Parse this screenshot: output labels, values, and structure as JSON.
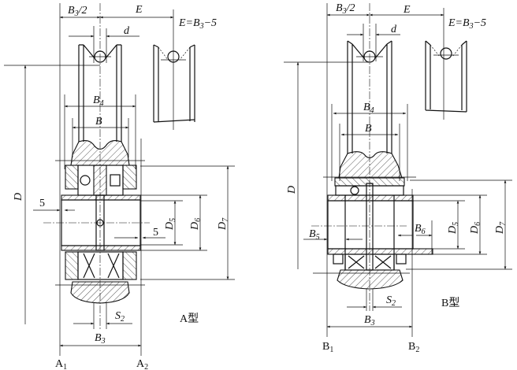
{
  "figure": {
    "type_a": {
      "caption": "A型",
      "labels": {
        "b3_half": {
          "main": "B",
          "sub": "3",
          "rest": "/2"
        },
        "e": "E",
        "formula": {
          "pre": "E=B",
          "sub": "3",
          "post": "−5"
        },
        "d": "d",
        "big_d": "D",
        "b4": {
          "main": "B",
          "sub": "4"
        },
        "b": "B",
        "five_left": "5",
        "five_right": "5",
        "d5": {
          "main": "D",
          "sub": "5"
        },
        "d6": {
          "main": "D",
          "sub": "6"
        },
        "d7": {
          "main": "D",
          "sub": "7"
        },
        "s2": {
          "main": "S",
          "sub": "2"
        },
        "b3": {
          "main": "B",
          "sub": "3"
        },
        "a1": {
          "main": "A",
          "sub": "1"
        },
        "a2": {
          "main": "A",
          "sub": "2"
        }
      }
    },
    "type_b": {
      "caption": "B型",
      "labels": {
        "b3_half": {
          "main": "B",
          "sub": "3",
          "rest": "/2"
        },
        "e": "E",
        "formula": {
          "pre": "E=B",
          "sub": "3",
          "post": "−5"
        },
        "d": "d",
        "big_d": "D",
        "b4": {
          "main": "B",
          "sub": "4"
        },
        "b": "B",
        "b5": {
          "main": "B",
          "sub": "5"
        },
        "b6": {
          "main": "B",
          "sub": "6"
        },
        "d5": {
          "main": "D",
          "sub": "5"
        },
        "d6": {
          "main": "D",
          "sub": "6"
        },
        "d7": {
          "main": "D",
          "sub": "7"
        },
        "s2": {
          "main": "S",
          "sub": "2"
        },
        "b3": {
          "main": "B",
          "sub": "3"
        },
        "b1": {
          "main": "B",
          "sub": "1"
        },
        "b2": {
          "main": "B",
          "sub": "2"
        }
      }
    }
  }
}
